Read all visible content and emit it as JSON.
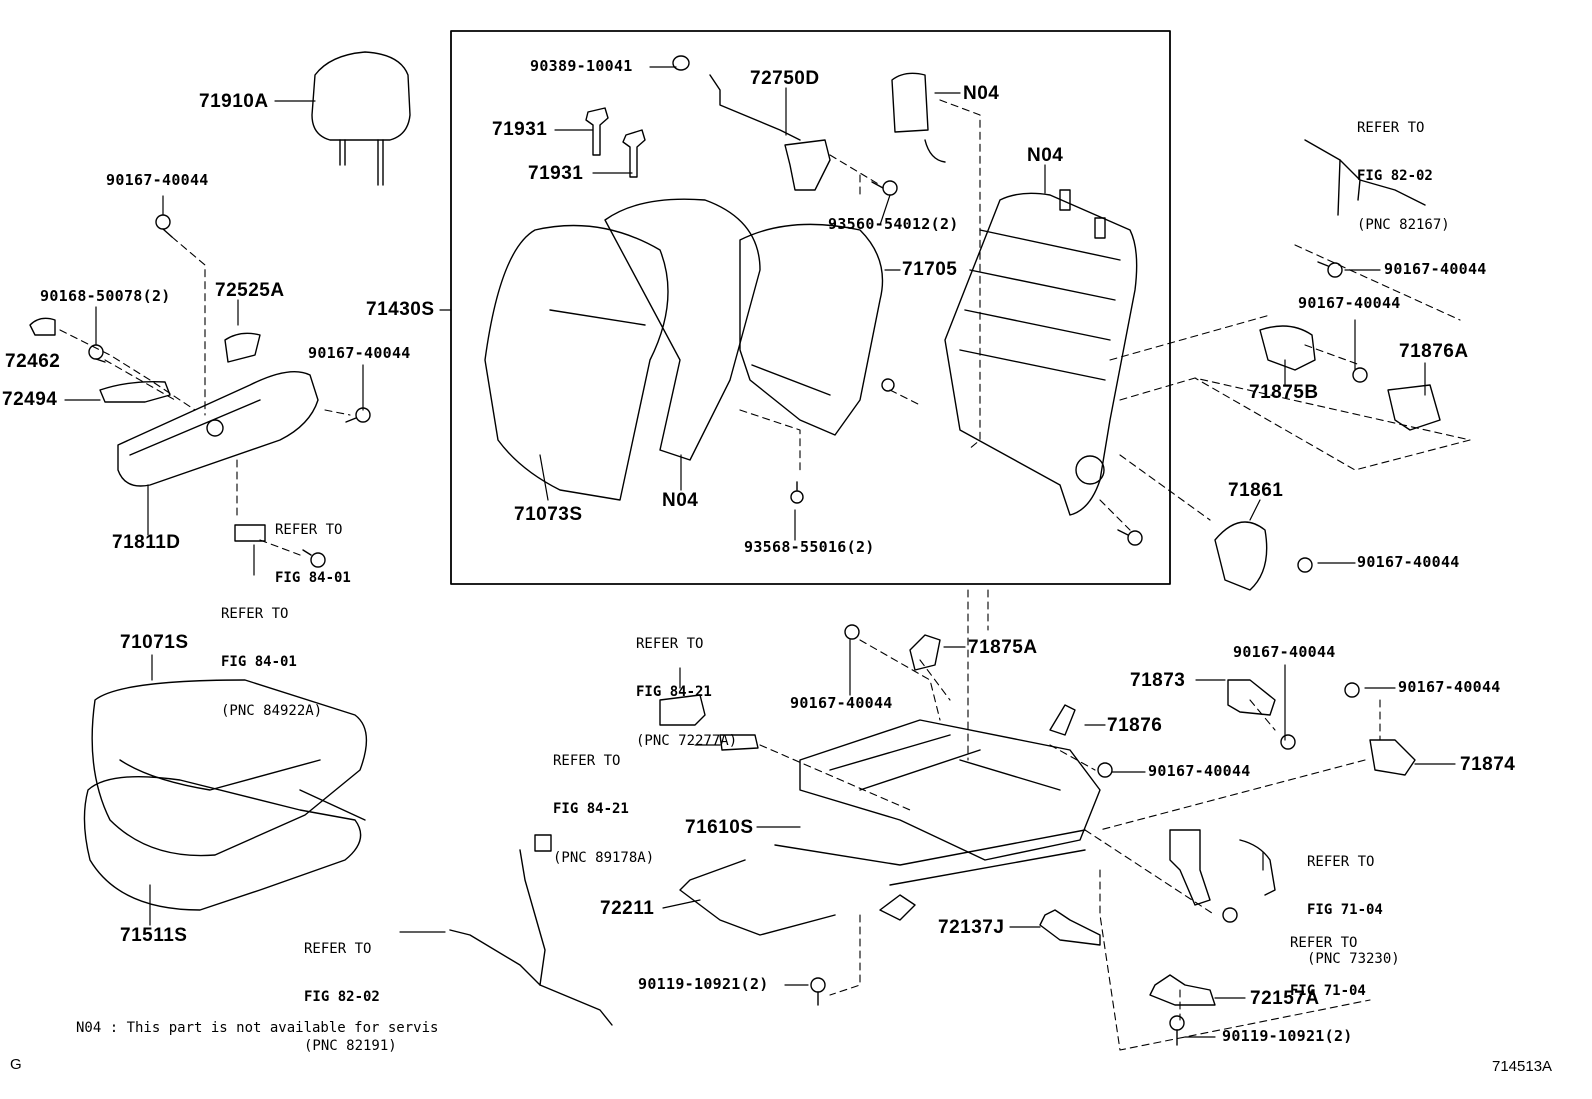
{
  "diagram": {
    "part_numbers": [
      "71910A",
      "90167-40044",
      "90168-50078(2)",
      "72525A",
      "72462",
      "72494",
      "90167-40044",
      "71811D",
      "71430S",
      "90389-10041",
      "72750D",
      "N04",
      "71931",
      "71931",
      "N04",
      "93560-54012(2)",
      "71705",
      "71073S",
      "N04",
      "93568-55016(2)",
      "90167-40044",
      "90167-40044",
      "71876A",
      "71875B",
      "71861",
      "90167-40044",
      "71071S",
      "71511S",
      "71875A",
      "90167-40044",
      "71873",
      "90167-40044",
      "90167-40044",
      "71876",
      "90167-40044",
      "71874",
      "71610S",
      "72211",
      "72137J",
      "90119-10921(2)",
      "72157A",
      "90119-10921(2)"
    ],
    "references": [
      {
        "line1": "REFER TO",
        "line2": "FIG 84-01",
        "line3": ""
      },
      {
        "line1": "REFER TO",
        "line2": "FIG 84-01",
        "line3": "(PNC 84922A)"
      },
      {
        "line1": "REFER TO",
        "line2": "FIG 82-02",
        "line3": "(PNC 82167)"
      },
      {
        "line1": "REFER TO",
        "line2": "FIG 84-21",
        "line3": "(PNC 72277A)"
      },
      {
        "line1": "REFER TO",
        "line2": "FIG 84-21",
        "line3": "(PNC 89178A)"
      },
      {
        "line1": "REFER TO",
        "line2": "FIG 71-04",
        "line3": "(PNC 73230)"
      },
      {
        "line1": "REFER TO",
        "line2": "FIG 71-04",
        "line3": ""
      },
      {
        "line1": "REFER TO",
        "line2": "FIG 82-02",
        "line3": "(PNC 82191)"
      }
    ],
    "note": "N04 : This part is not available for servis",
    "corner_letter": "G",
    "diagram_code": "714513A"
  }
}
